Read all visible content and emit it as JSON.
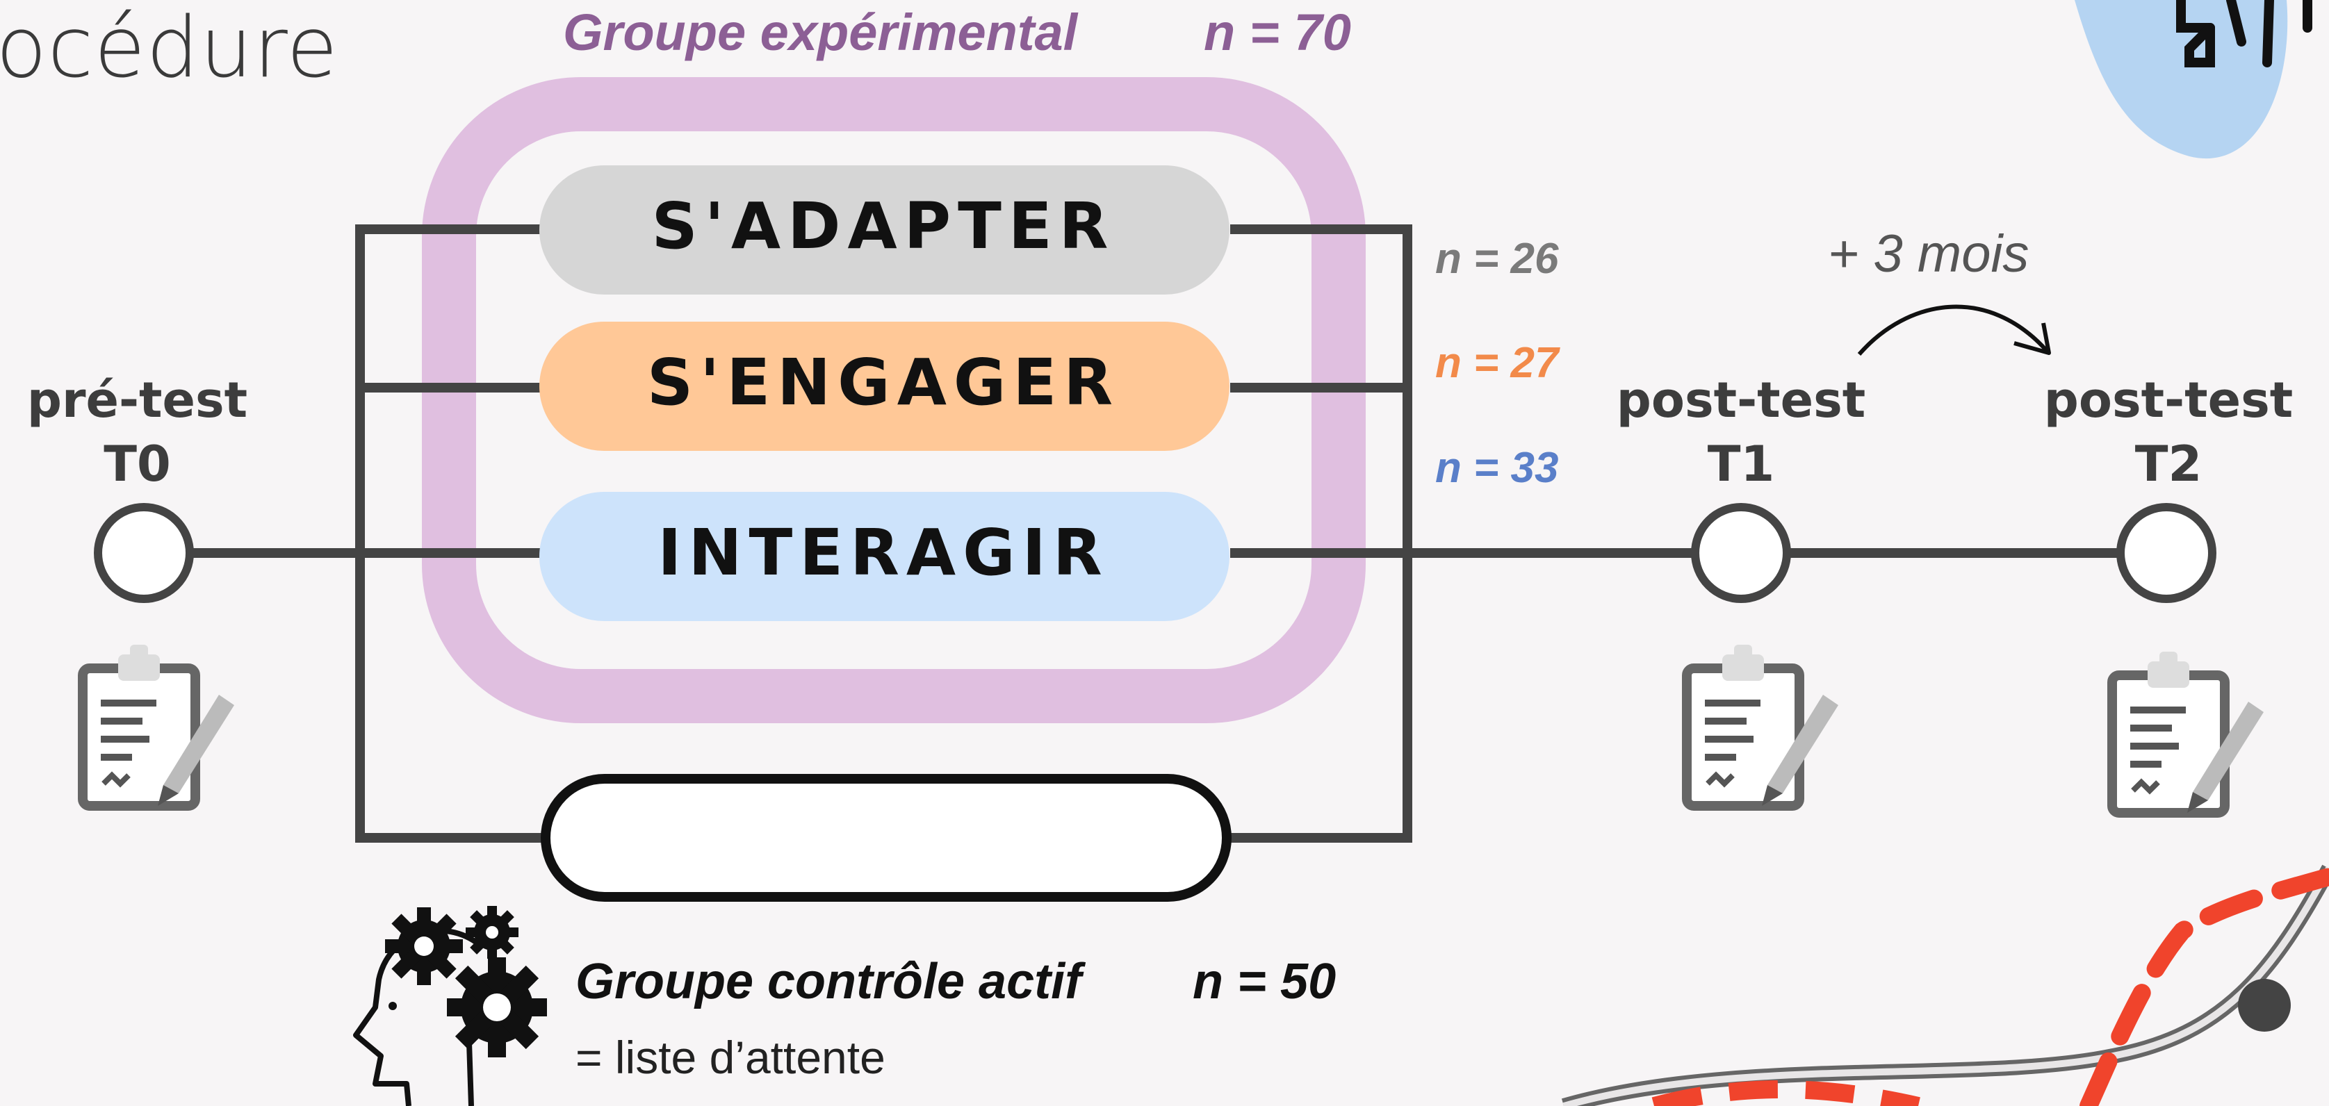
{
  "title_fragment": "océdure",
  "experimental": {
    "label": "Groupe expérimental",
    "n": "n = 70",
    "color": "#8c5f95",
    "frame_color": "#e0bfe0"
  },
  "modules": [
    {
      "label": "S'ADAPTER",
      "n": "n = 26",
      "fill": "#d6d6d6",
      "n_color": "#7a7a7a"
    },
    {
      "label": "S'ENGAGER",
      "n": "n = 27",
      "fill": "#ffc897",
      "n_color": "#f28a4a"
    },
    {
      "label": "INTERAGIR",
      "n": "n = 33",
      "fill": "#cde3fb",
      "n_color": "#5a7fc9"
    }
  ],
  "timepoints": [
    {
      "label": "pré-test",
      "code": "T0"
    },
    {
      "label": "post-test",
      "code": "T1"
    },
    {
      "label": "post-test",
      "code": "T2"
    }
  ],
  "interval": "+ 3 mois",
  "control": {
    "label": "Groupe contrôle actif",
    "n": "n = 50",
    "sub": "= liste d’attente"
  },
  "icons": [
    "clipboard-icon",
    "head-gears-icon",
    "stick-figure-icon"
  ]
}
